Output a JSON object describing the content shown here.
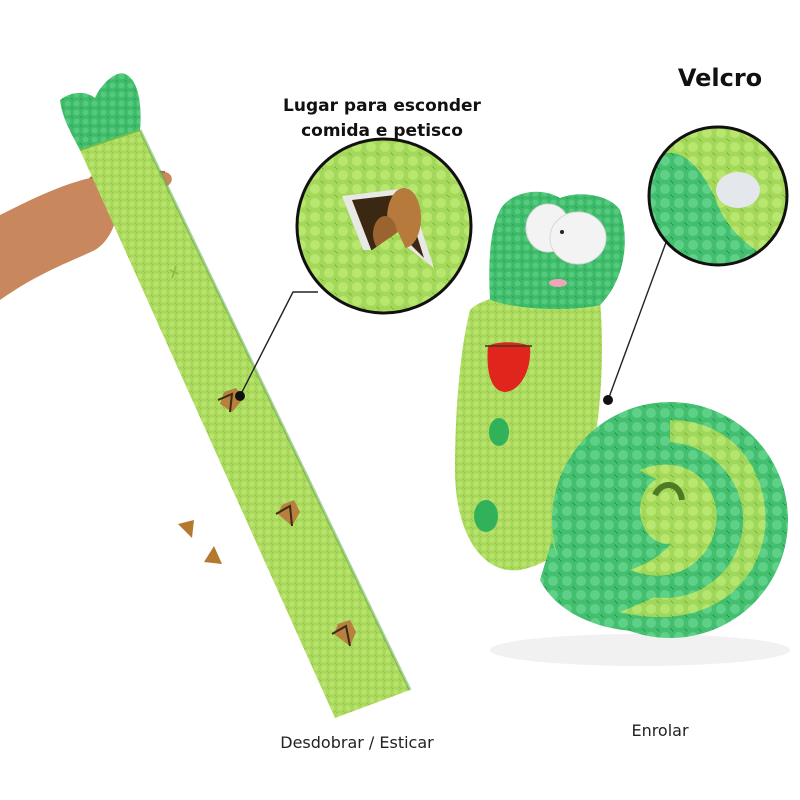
{
  "annotations": {
    "hide_food_callout": {
      "line1": "Lugar para esconder",
      "line2": "comida e petisco"
    },
    "velcro_callout": "Velcro"
  },
  "captions": {
    "unfolded": "Desdobrar / Esticar",
    "rolled": "Enrolar"
  },
  "colors": {
    "light_green": "#a8d85a",
    "dark_green": "#3dbb6a",
    "tongue_red": "#e0261c",
    "treat_brown": "#b7803e",
    "skin": "#c8875c",
    "text": "#111111"
  }
}
